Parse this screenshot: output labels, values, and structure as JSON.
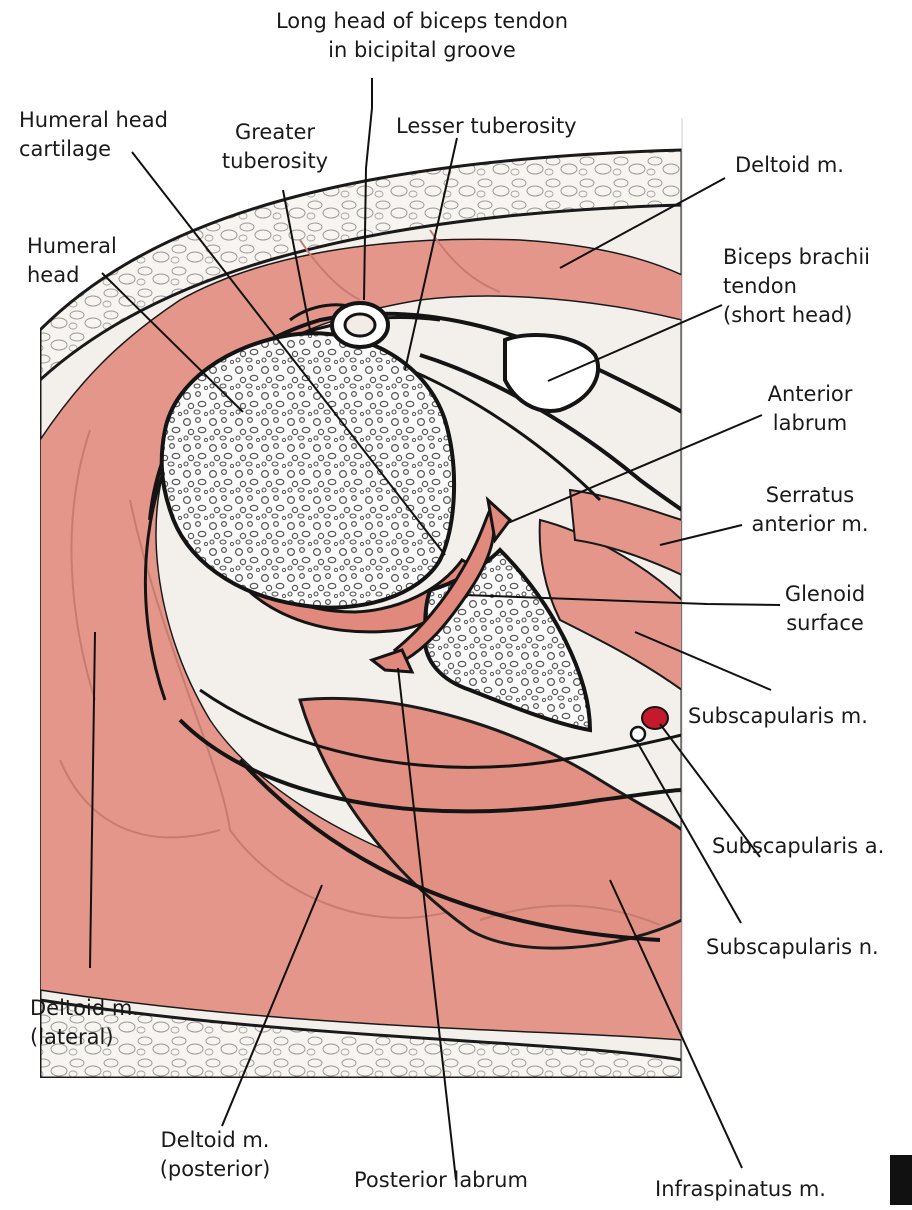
{
  "colors": {
    "muscle": "#e5968a",
    "muscle_dark": "#d57a6e",
    "fat": "#f7f3ef",
    "outline": "#141414",
    "artery": "#c41a2c",
    "leader": "#111111"
  },
  "labels": {
    "biceps_long_head": [
      "Long head of biceps tendon",
      "in bicipital groove"
    ],
    "humeral_head_cartilage": [
      "Humeral head",
      "cartilage"
    ],
    "greater_tuberosity": [
      "Greater",
      "tuberosity"
    ],
    "lesser_tuberosity": [
      "Lesser tuberosity"
    ],
    "deltoid_anterior": [
      "Deltoid m."
    ],
    "humeral_head": [
      "Humeral",
      "head"
    ],
    "biceps_short_head": [
      "Biceps brachii",
      "tendon",
      "(short head)"
    ],
    "anterior_labrum": [
      "Anterior",
      "labrum"
    ],
    "serratus_anterior": [
      "Serratus",
      "anterior m."
    ],
    "glenoid_surface": [
      "Glenoid",
      "surface"
    ],
    "subscapularis_m": [
      "Subscapularis m."
    ],
    "subscapularis_a": [
      "Subscapularis a."
    ],
    "subscapularis_n": [
      "Subscapularis n."
    ],
    "deltoid_lateral": [
      "Deltoid m.",
      "(lateral)"
    ],
    "deltoid_posterior": [
      "Deltoid m.",
      "(posterior)"
    ],
    "posterior_labrum": [
      "Posterior labrum"
    ],
    "infraspinatus": [
      "Infraspinatus m."
    ]
  }
}
